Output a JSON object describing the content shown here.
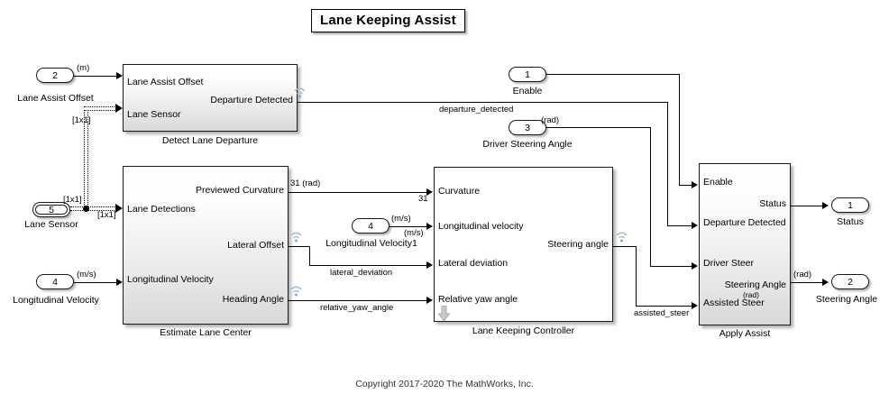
{
  "page": {
    "title": "Lane Keeping Assist",
    "copyright": "Copyright 2017-2020 The MathWorks, Inc."
  },
  "blocks": [
    {
      "id": "detect-lane-departure",
      "caption": "Detect Lane Departure",
      "inputs": [
        "Lane Assist Offset",
        "Lane Sensor"
      ],
      "outputs": [
        "Departure Detected"
      ]
    },
    {
      "id": "estimate-lane-center",
      "caption": "Estimate Lane Center",
      "inputs": [
        "Lane Detections",
        "Longitudinal Velocity"
      ],
      "outputs": [
        "Previewed Curvature",
        "Lateral Offset",
        "Heading Angle"
      ]
    },
    {
      "id": "lane-keeping-controller",
      "caption": "Lane Keeping Controller",
      "inputs": [
        "Curvature",
        "Longitudinal velocity",
        "Lateral deviation",
        "Relative yaw angle"
      ],
      "outputs": [
        "Steering angle"
      ]
    },
    {
      "id": "apply-assist",
      "caption": "Apply Assist",
      "inputs": [
        "Enable",
        "Departure Detected",
        "Driver Steer",
        "Assisted Steer"
      ],
      "outputs": [
        "Status",
        "Steering Angle"
      ],
      "output_unit": "(rad)"
    }
  ],
  "inports": [
    {
      "id": "lane-assist-offset",
      "number": "2",
      "caption": "Lane Assist Offset",
      "unit": "(m)"
    },
    {
      "id": "lane-sensor",
      "number": "5",
      "caption": "Lane Sensor",
      "unit": ""
    },
    {
      "id": "longitudinal-velocity",
      "number": "4",
      "caption": "Longitudinal Velocity",
      "unit": "(m/s)"
    },
    {
      "id": "longitudinal-velocity1",
      "number": "4",
      "caption": "Longitudinal Velocity1",
      "unit": "(m/s)"
    },
    {
      "id": "enable",
      "number": "1",
      "caption": "Enable",
      "unit": ""
    },
    {
      "id": "driver-steering-angle",
      "number": "3",
      "caption": "Driver Steering Angle",
      "unit": "(rad)"
    }
  ],
  "outports": [
    {
      "id": "status",
      "number": "1",
      "caption": "Status",
      "unit": ""
    },
    {
      "id": "steering-angle",
      "number": "2",
      "caption": "Steering Angle",
      "unit": "(rad)"
    }
  ],
  "signal_labels": {
    "departure_detected": "departure_detected",
    "lateral_deviation": "lateral_deviation",
    "relative_yaw_angle": "relative_yaw_angle",
    "assisted_steer": "assisted_steer",
    "curvature_out": "31 (rad)",
    "curvature_in": "31",
    "vel_unit_in": "(m/s)",
    "bus_dim_top": "[1x1]",
    "bus_dim_mid": "[1x1]",
    "bus_dim_bot": "[1x1]",
    "steering_rad": "(rad)",
    "apply_assist_rad": "(rad)"
  },
  "colors": {
    "wire": "#000000",
    "block_border": "#1a1a1a",
    "badge": "#7FA8D0",
    "block_fill_top": "#ffffff",
    "block_fill_bottom": "#d9d9d9"
  }
}
